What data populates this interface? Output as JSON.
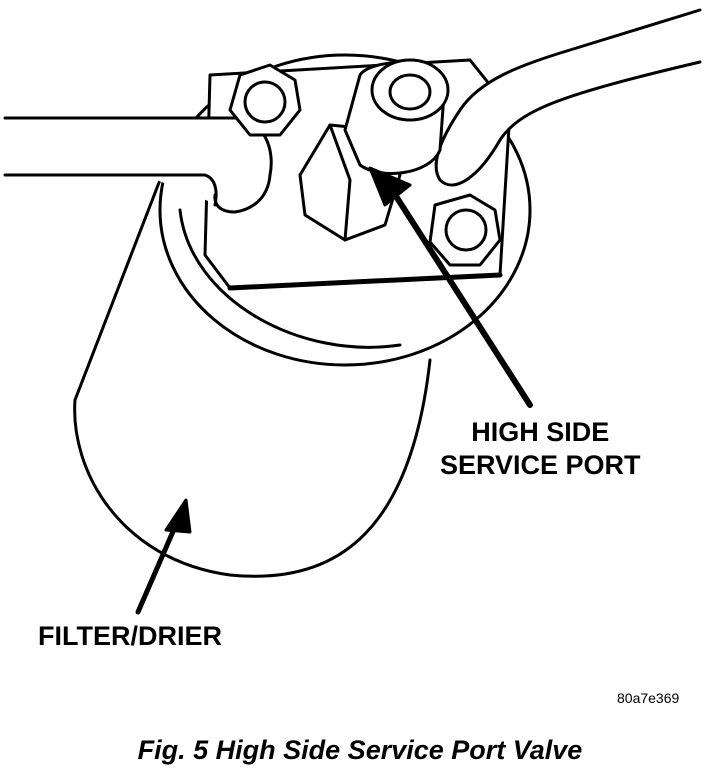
{
  "callouts": {
    "high_side_line1": "HIGH SIDE",
    "high_side_line2": "SERVICE PORT",
    "filter_drier": "FILTER/DRIER"
  },
  "figure_id": "80a7e369",
  "caption": "Fig. 5 High Side Service Port Valve",
  "colors": {
    "ink": "#000000",
    "paper": "#ffffff"
  }
}
